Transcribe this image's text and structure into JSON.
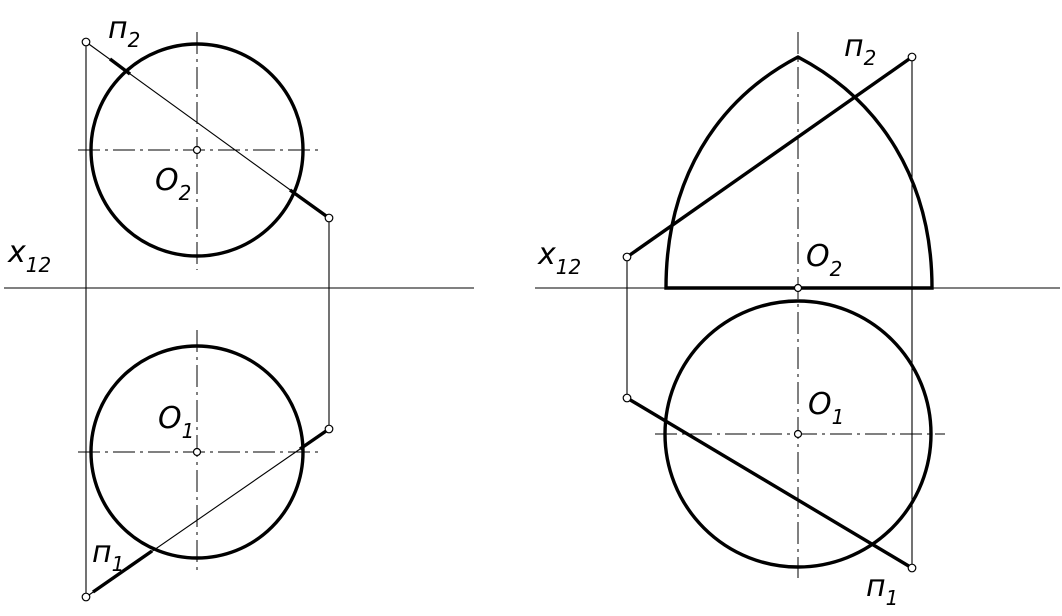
{
  "left_view": {
    "axis_label": "x",
    "axis_sub": "12",
    "plane_top_label": "п",
    "plane_top_sub": "2",
    "plane_bottom_label": "п",
    "plane_bottom_sub": "1",
    "center_top_label": "O",
    "center_top_sub": "2",
    "center_bottom_label": "O",
    "center_bottom_sub": "1"
  },
  "right_view": {
    "axis_label": "x",
    "axis_sub": "12",
    "plane_top_label": "п",
    "plane_top_sub": "2",
    "plane_bottom_label": "п",
    "plane_bottom_sub": "1",
    "center_top_label": "O",
    "center_top_sub": "2",
    "center_bottom_label": "O",
    "center_bottom_sub": "1"
  }
}
